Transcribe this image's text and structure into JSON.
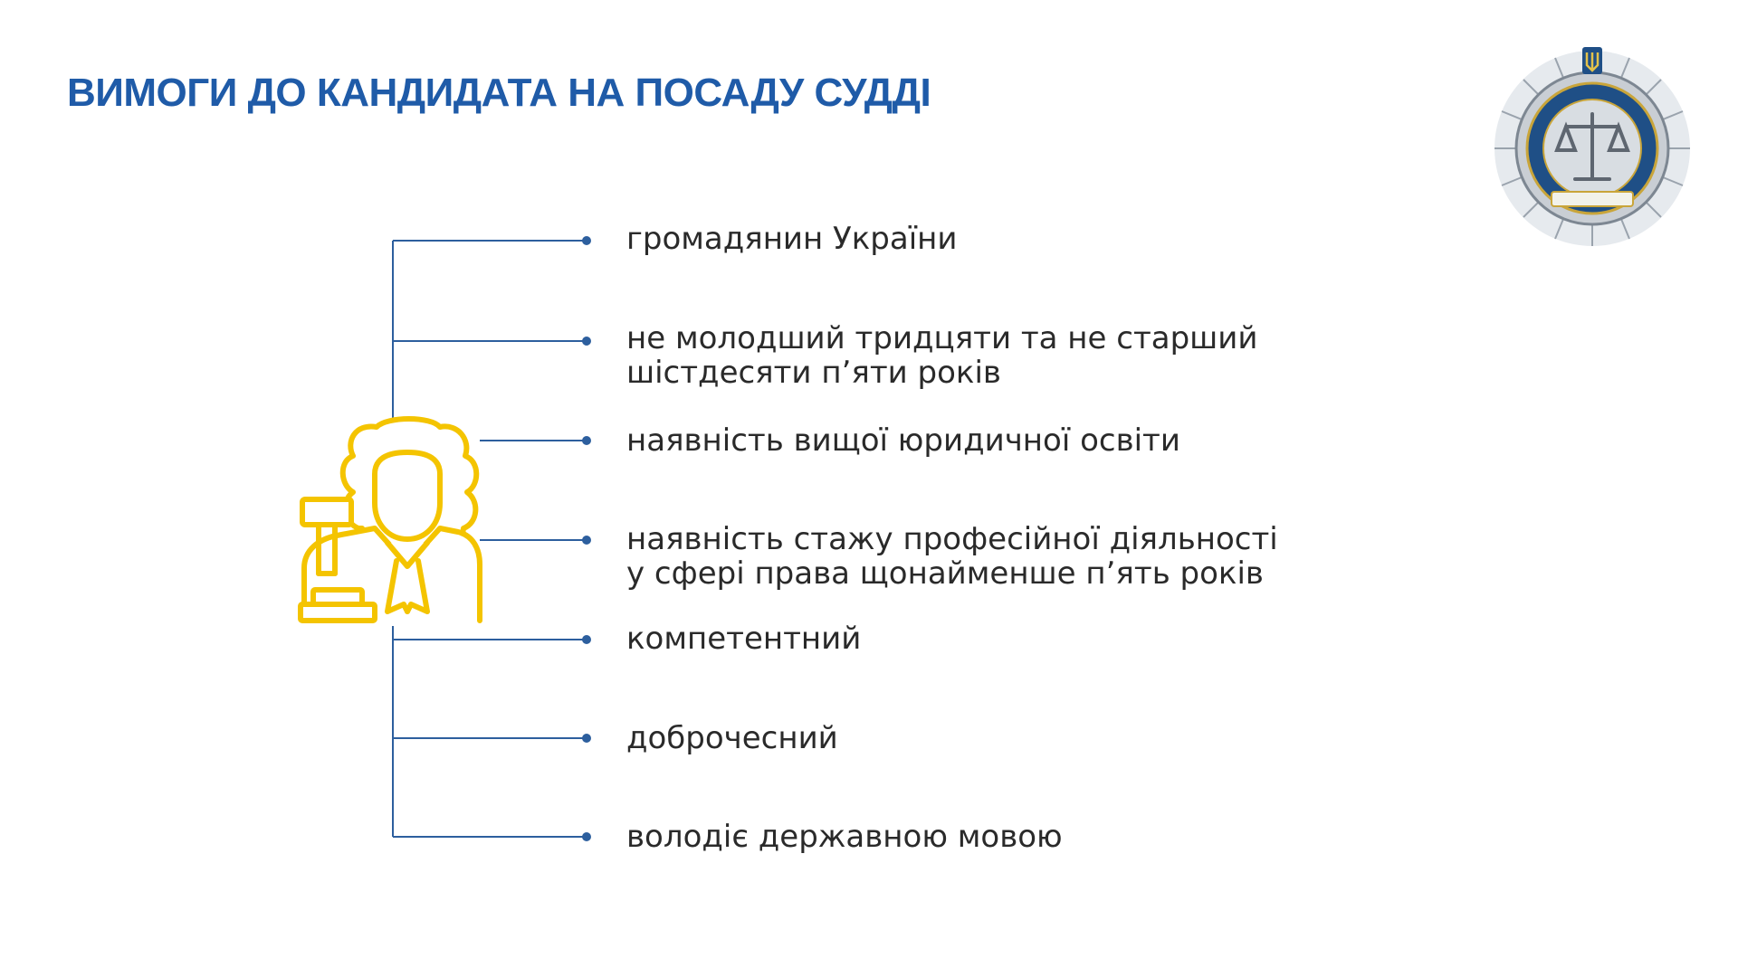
{
  "slide": {
    "title": "ВИМОГИ ДО КАНДИДАТА НА ПОСАДУ СУДДІ"
  },
  "colors": {
    "title": "#1f5ba8",
    "connector": "#2d5f9e",
    "icon": "#f4c400",
    "text": "#2a2a2a"
  },
  "icons": {
    "central": "judge-with-gavel-icon",
    "emblem": "commission-emblem-with-scales"
  },
  "requirements": [
    {
      "text": "громадянин України"
    },
    {
      "text": "не молодший тридцяти та не старший\nшістдесяти п’яти років"
    },
    {
      "text": "наявність вищої юридичної освіти"
    },
    {
      "text": "наявність стажу професійної діяльності\nу сфері права щонайменше п’ять років"
    },
    {
      "text": "компетентний"
    },
    {
      "text": "доброчесний"
    },
    {
      "text": "володіє державною мовою"
    }
  ]
}
